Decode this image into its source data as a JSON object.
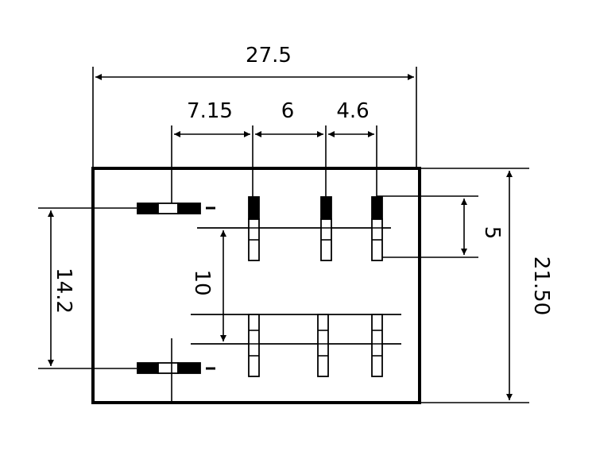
{
  "diagram": {
    "line_color": "#000000",
    "background": "#ffffff",
    "dimensions": {
      "overall_width": "27.5",
      "pitch_a": "7.15",
      "pitch_b": "6",
      "pitch_c": "4.6",
      "pin_height": "5",
      "overall_height": "21.50",
      "row_spacing": "10",
      "side_spacing": "14.2"
    }
  }
}
